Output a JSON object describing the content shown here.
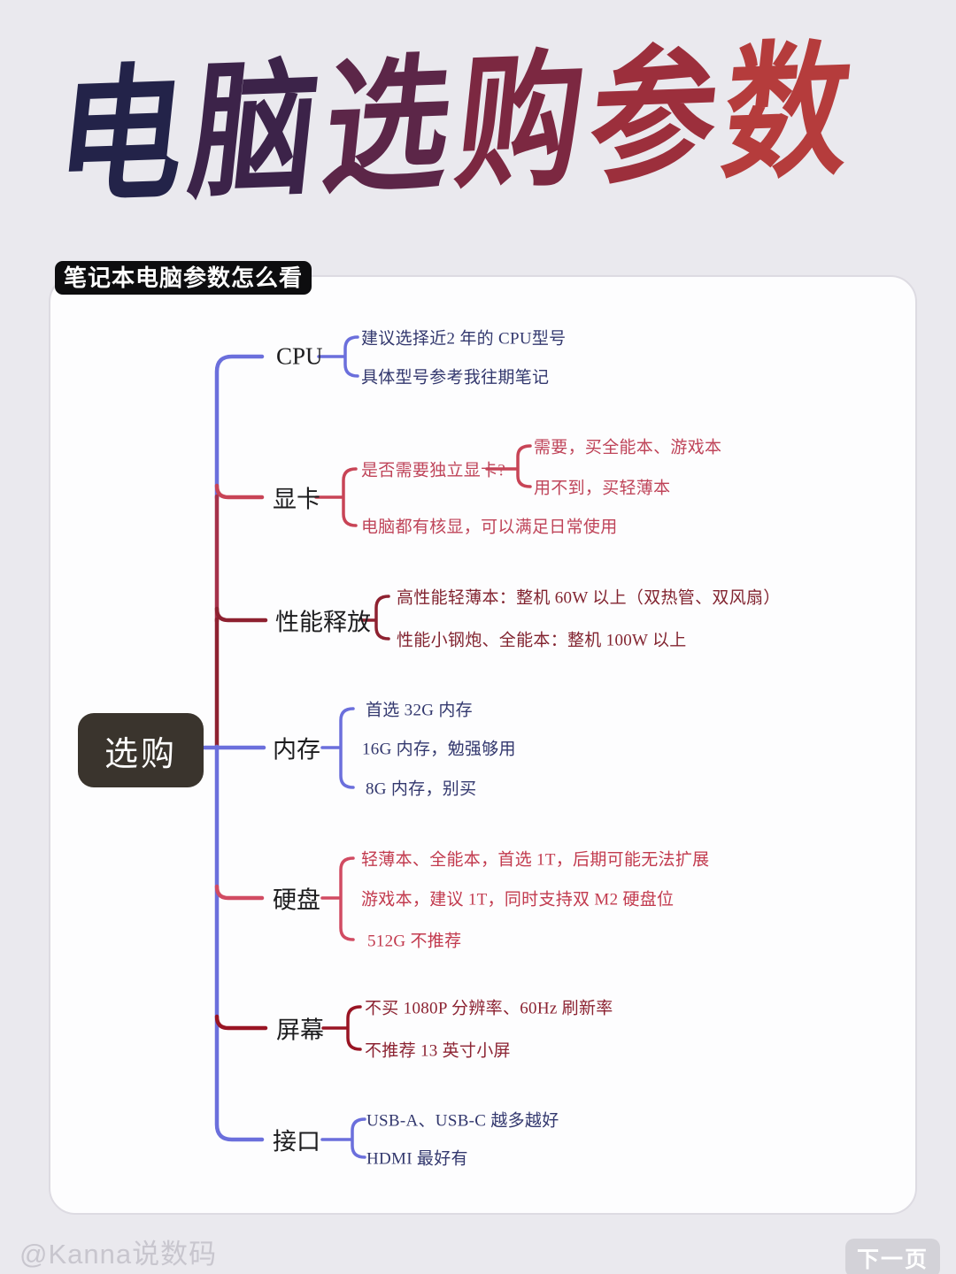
{
  "page": {
    "background": "#eae9ee",
    "watermark": "@Kanna说数码",
    "next_button_label": "下一页"
  },
  "title": {
    "text": "电脑选购参数",
    "chars": [
      {
        "ch": "电",
        "color": "#232349"
      },
      {
        "ch": "脑",
        "color": "#3c2349"
      },
      {
        "ch": "选",
        "color": "#5c2648"
      },
      {
        "ch": "购",
        "color": "#7c2841"
      },
      {
        "ch": "参",
        "color": "#9c2f3c"
      },
      {
        "ch": "数",
        "color": "#b53c3c"
      }
    ]
  },
  "card": {
    "tag": "笔记本电脑参数怎么看"
  },
  "mindmap": {
    "root": {
      "label": "选购",
      "background": "#3a342d",
      "text_color": "#ffffff"
    },
    "trunk": {
      "blue": "#6b6fdc",
      "red": "#a5314a",
      "dark_red": "#8e2130"
    },
    "branches": [
      {
        "label": "CPU",
        "color": "#6b6fdc",
        "text_color": "#33386e",
        "children": [
          {
            "text": "建议选择近2 年的 CPU型号"
          },
          {
            "text": "具体型号参考我往期笔记"
          }
        ]
      },
      {
        "label": "显卡",
        "color": "#c84456",
        "text_color": "#bf4459",
        "children": [
          {
            "text": "是否需要独立显卡?",
            "children": [
              {
                "text": "需要，买全能本、游戏本"
              },
              {
                "text": "用不到，买轻薄本"
              }
            ]
          },
          {
            "text": "电脑都有核显，可以满足日常使用"
          }
        ]
      },
      {
        "label": "性能释放",
        "color": "#8e2130",
        "text_color": "#822430",
        "children": [
          {
            "text": "高性能轻薄本：整机 60W 以上（双热管、双风扇）"
          },
          {
            "text": "性能小钢炮、全能本：整机 100W 以上"
          }
        ]
      },
      {
        "label": "内存",
        "color": "#6b6fdc",
        "text_color": "#33386e",
        "children": [
          {
            "text": "首选 32G 内存"
          },
          {
            "text": "16G 内存，勉强够用"
          },
          {
            "text": "8G 内存，别买"
          }
        ]
      },
      {
        "label": "硬盘",
        "color": "#d14b62",
        "text_color": "#c23a4e",
        "children": [
          {
            "text": "轻薄本、全能本，首选 1T，后期可能无法扩展"
          },
          {
            "text": "游戏本，建议 1T，同时支持双 M2 硬盘位"
          },
          {
            "text": "512G 不推荐"
          }
        ]
      },
      {
        "label": "屏幕",
        "color": "#991423",
        "text_color": "#8c2332",
        "children": [
          {
            "text": "不买 1080P 分辨率、60Hz 刷新率"
          },
          {
            "text": "不推荐 13 英寸小屏"
          }
        ]
      },
      {
        "label": "接口",
        "color": "#6b6fdc",
        "text_color": "#33386e",
        "children": [
          {
            "text": "USB-A、USB-C 越多越好"
          },
          {
            "text": "HDMI 最好有"
          }
        ]
      }
    ]
  }
}
